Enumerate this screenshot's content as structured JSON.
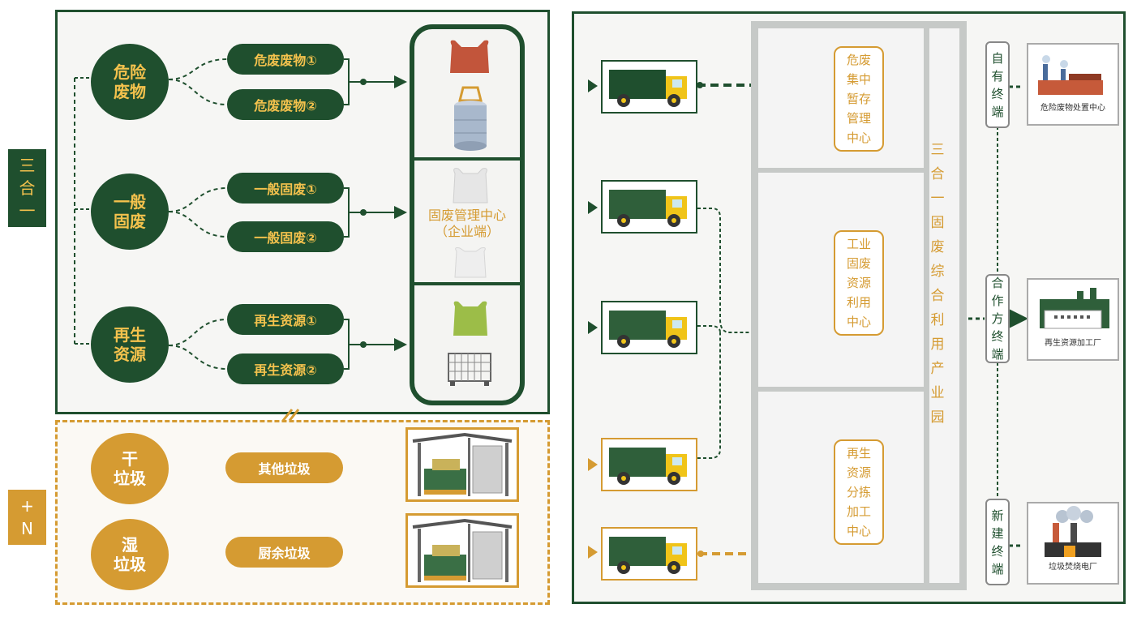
{
  "left_panel": {
    "side_tag_top": [
      "三",
      "合",
      "一"
    ],
    "side_tag_bottom": [
      "+",
      "N"
    ],
    "categories": [
      {
        "name_lines": [
          "危险",
          "废物"
        ],
        "items": [
          "危废废物①",
          "危废废物②"
        ]
      },
      {
        "name_lines": [
          "一般",
          "固废"
        ],
        "items": [
          "一般固废①",
          "一般固废②"
        ]
      },
      {
        "name_lines": [
          "再生",
          "资源"
        ],
        "items": [
          "再生资源①",
          "再生资源②"
        ]
      }
    ],
    "center": {
      "line1": "固废管理中心",
      "line2": "（企业端）"
    },
    "garbage": [
      {
        "name_lines": [
          "干",
          "垃圾"
        ],
        "item": "其他垃圾"
      },
      {
        "name_lines": [
          "湿",
          "垃圾"
        ],
        "item": "厨余垃圾"
      }
    ]
  },
  "right_panel": {
    "park_title": [
      "三",
      "合",
      "一",
      "固",
      "废",
      "综",
      "合",
      "利",
      "用",
      "产",
      "业",
      "园"
    ],
    "zones": [
      [
        "危废",
        "集中",
        "暂存",
        "管理",
        "中心"
      ],
      [
        "工业",
        "固废",
        "资源",
        "利用",
        "中心"
      ],
      [
        "再生",
        "资源",
        "分拣",
        "加工",
        "中心"
      ]
    ],
    "terminals": [
      [
        "自",
        "有",
        "终",
        "端"
      ],
      [
        "合",
        "作",
        "方",
        "终",
        "端"
      ],
      [
        "新",
        "建",
        "终",
        "端"
      ]
    ],
    "facilities": [
      "危险废物处置中心",
      "再生资源加工厂",
      "垃圾焚烧电厂"
    ]
  },
  "colors": {
    "green": "#1f4f2e",
    "gold": "#d59b32",
    "yellow": "#f4c24d"
  }
}
